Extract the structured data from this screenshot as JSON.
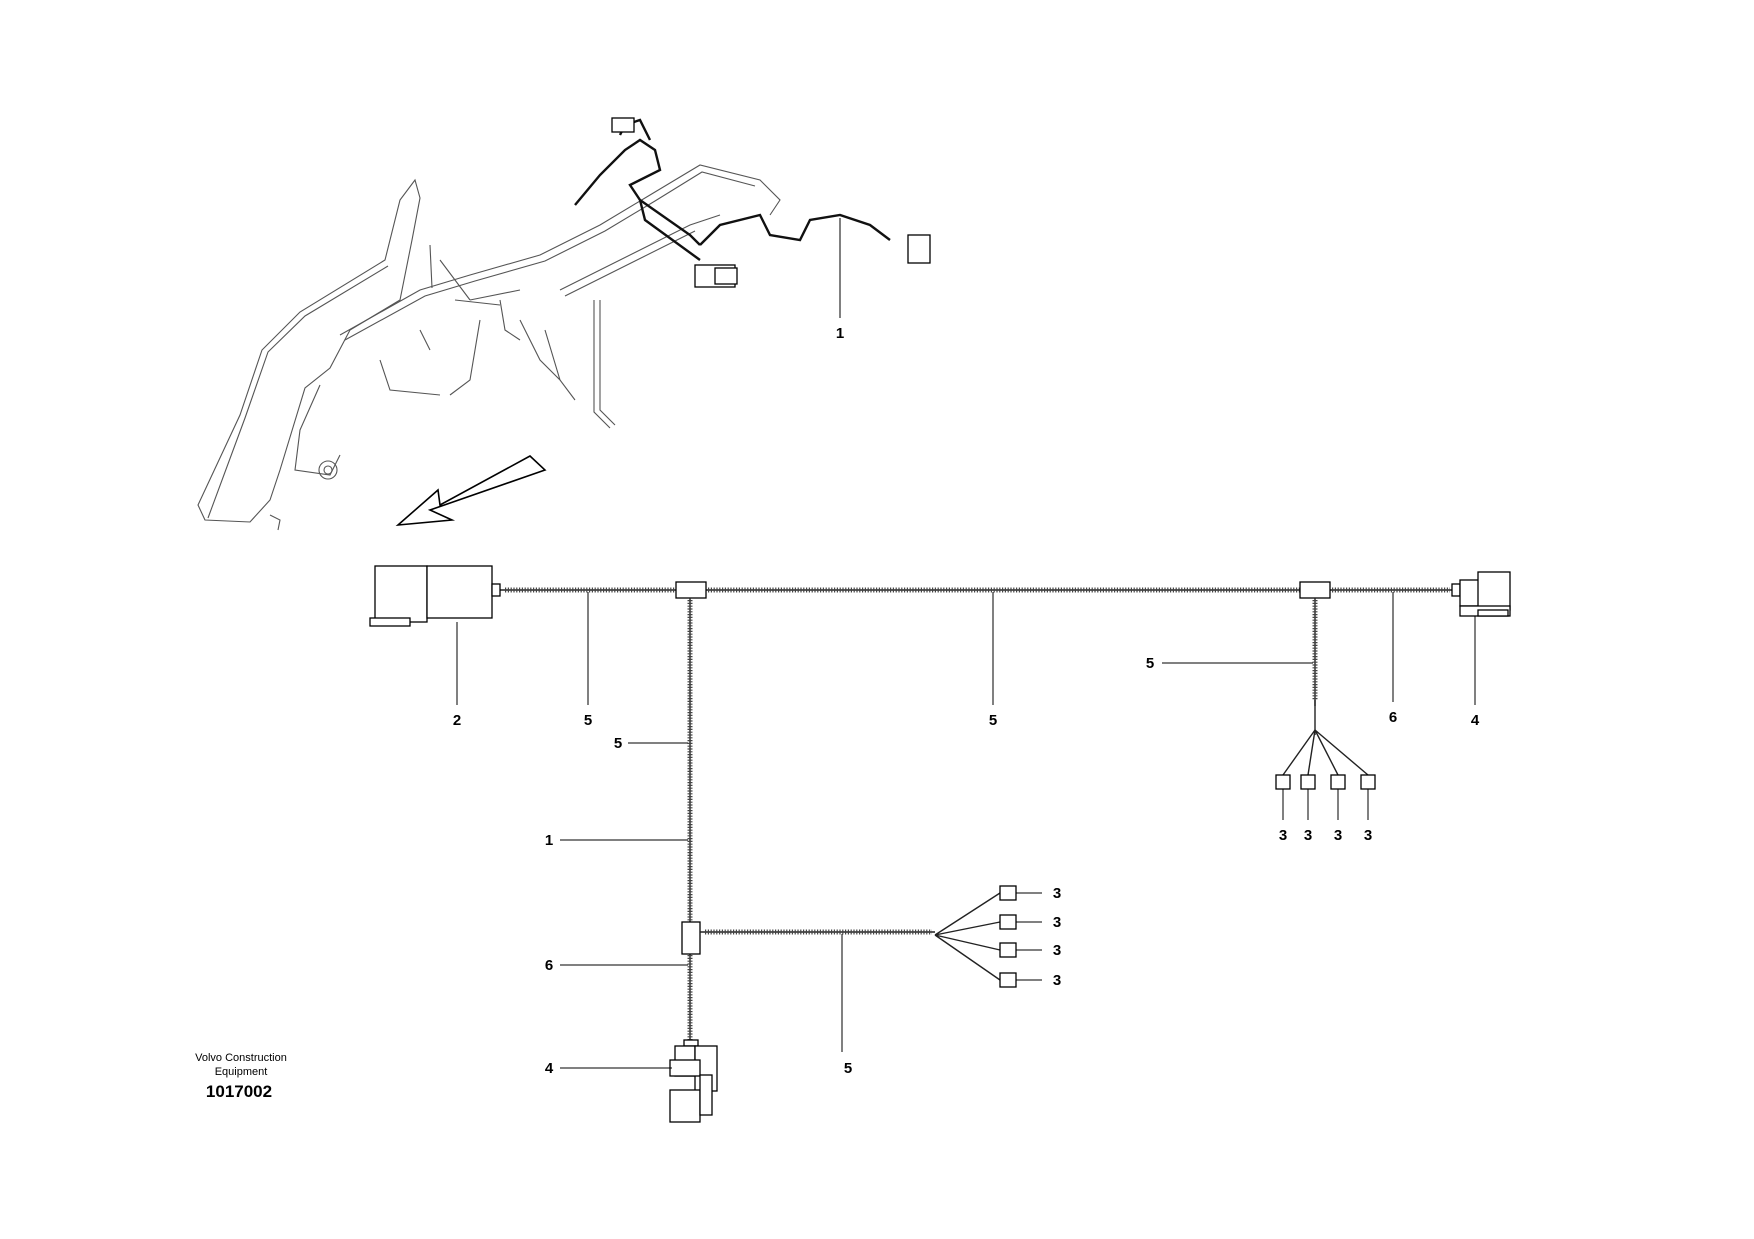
{
  "drawing": {
    "caption_line1": "Volvo Construction",
    "caption_line2": "Equipment",
    "figure_number": "1017002"
  },
  "callouts": {
    "iso_harness": "1",
    "main_connector": "2",
    "trunk_left": "5",
    "trunk_mid": "5",
    "branch_right": "5",
    "trunk_right": "6",
    "right_connector": "4",
    "right_sub_1": "3",
    "right_sub_2": "3",
    "right_sub_3": "3",
    "right_sub_4": "3",
    "vertical_upper": "5",
    "vertical_harness": "1",
    "vertical_lower": "6",
    "bottom_connector": "4",
    "lower_branch": "5",
    "lower_sub_1": "3",
    "lower_sub_2": "3",
    "lower_sub_3": "3",
    "lower_sub_4": "3"
  }
}
